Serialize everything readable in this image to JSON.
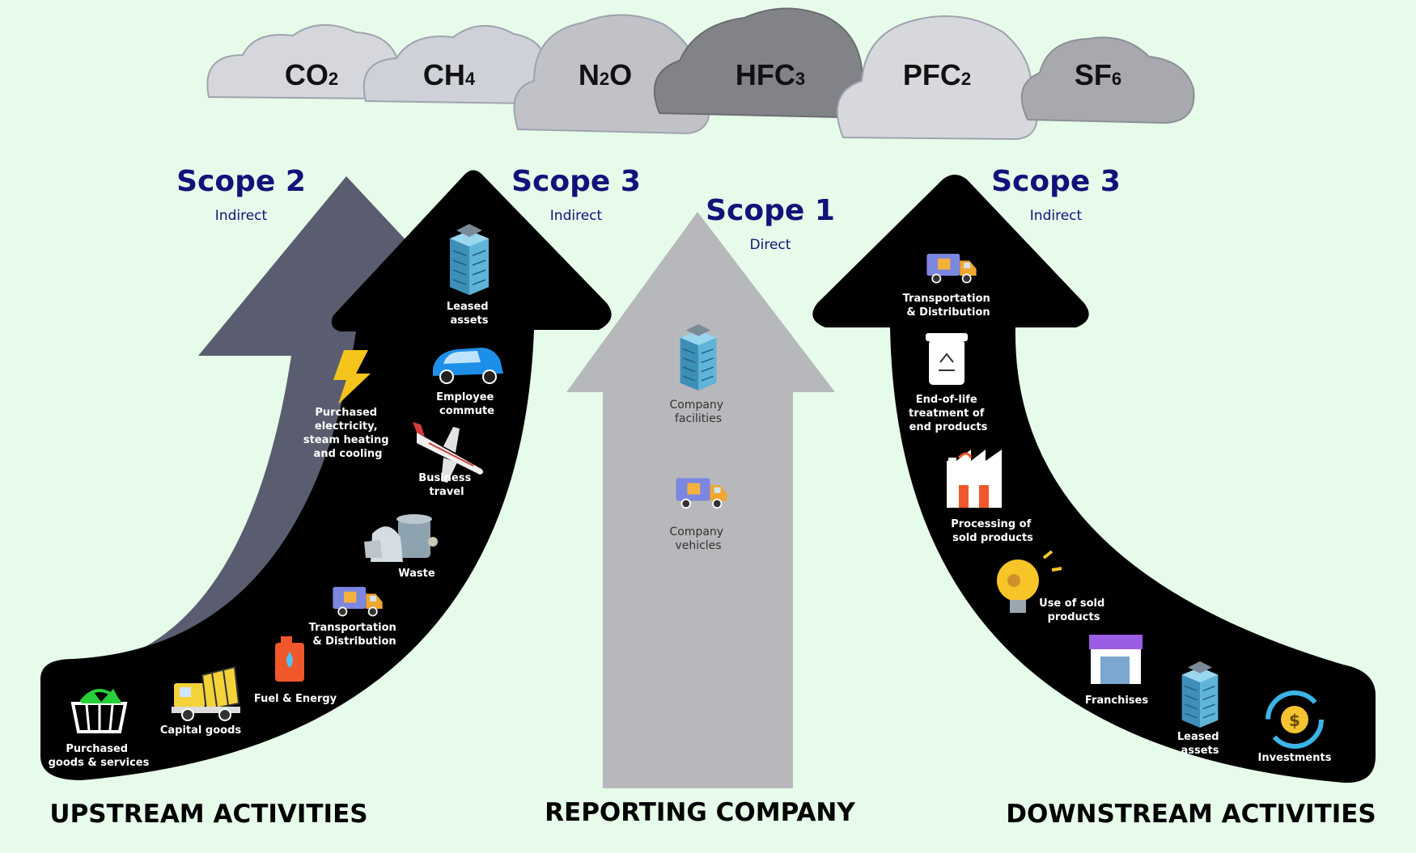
{
  "gases": [
    {
      "name": "CO",
      "sub": "2"
    },
    {
      "name": "CH",
      "sub": "4"
    },
    {
      "name": "N",
      "sub": "2",
      "suffix": "O"
    },
    {
      "name": "HFC",
      "sub": "3"
    },
    {
      "name": "PFC",
      "sub": "2"
    },
    {
      "name": "SF",
      "sub": "6"
    }
  ],
  "scopes": {
    "scope2": {
      "title": "Scope 2",
      "subtitle": "Indirect"
    },
    "scope3_up": {
      "title": "Scope 3",
      "subtitle": "Indirect"
    },
    "scope1": {
      "title": "Scope 1",
      "subtitle": "Direct"
    },
    "scope3_down": {
      "title": "Scope 3",
      "subtitle": "Indirect"
    }
  },
  "upstream": {
    "purchased_goods": [
      "Purchased",
      "goods & services"
    ],
    "capital_goods": [
      "Capital goods"
    ],
    "fuel_energy": [
      "Fuel & Energy"
    ],
    "transport": [
      "Transportation",
      "& Distribution"
    ],
    "waste": [
      "Waste"
    ],
    "business_travel": [
      "Business",
      "travel"
    ],
    "employee_commute": [
      "Employee",
      "commute"
    ],
    "leased_assets": [
      "Leased",
      "assets"
    ],
    "purchased_electricity": [
      "Purchased",
      "electricity,",
      "steam heating",
      "and cooling"
    ]
  },
  "company": {
    "facilities": [
      "Company",
      "facilities"
    ],
    "vehicles": [
      "Company",
      "vehicles"
    ]
  },
  "downstream": {
    "transport": [
      "Transportation",
      "& Distribution"
    ],
    "end_of_life": [
      "End-of-life",
      "treatment of",
      "end products"
    ],
    "processing": [
      "Processing of",
      "sold products"
    ],
    "use_of_sold": [
      "Use of sold",
      "products"
    ],
    "franchises": [
      "Franchises"
    ],
    "leased_assets": [
      "Leased",
      "assets"
    ],
    "investments": [
      "Investments"
    ]
  },
  "bottom_labels": {
    "upstream": "UPSTREAM ACTIVITIES",
    "company": "REPORTING COMPANY",
    "downstream": "DOWNSTREAM ACTIVITIES"
  },
  "colors": {
    "background": "#e6fbe9",
    "scope_text": "#12127a",
    "scope2_arrow": "#5a5d6f",
    "scope3_arrow": "#000000",
    "scope1_arrow": "#b7b8bb"
  }
}
